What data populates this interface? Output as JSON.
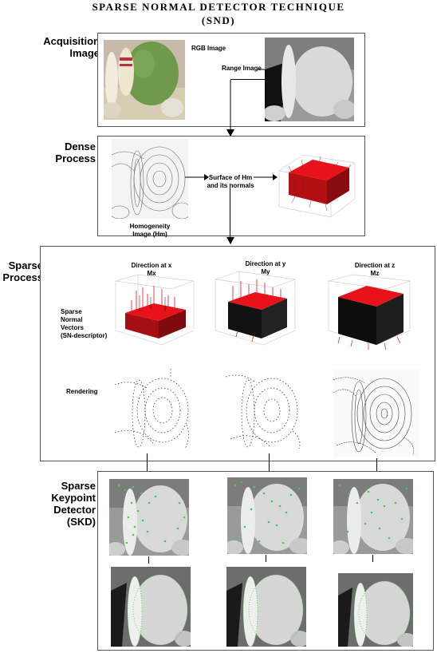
{
  "title": {
    "line1": "SPARSE NORMAL DETECTOR TECHNIQUE",
    "line2": "(SND)"
  },
  "acquisition": {
    "section_line1": "Acquisition",
    "section_line2": "Image",
    "rgb_label": "RGB Image",
    "range_label": "Range Image"
  },
  "dense": {
    "section_line1": "Dense",
    "section_line2": "Process",
    "homogeneity_line1": "Homogeneity",
    "homogeneity_line2": "Image (Hm)",
    "surface_line1": "Surface of Hm",
    "surface_line2": "and its normals"
  },
  "sparse": {
    "section_line1": "Sparse",
    "section_line2": "Process",
    "dir_x_line1": "Direction at x",
    "dir_x_line2": "Mx",
    "dir_y_line1": "Direction at y",
    "dir_y_line2": "My",
    "dir_z_line1": "Direction at z",
    "dir_z_line2": "Mz",
    "vectors_line1": "Sparse",
    "vectors_line2": "Normal",
    "vectors_line3": "Vectors",
    "vectors_line4": "(SN-descriptor)",
    "rendering_label": "Rendering"
  },
  "skd": {
    "section_line1": "Sparse",
    "section_line2": "Keypoint",
    "section_line3": "Detector",
    "section_line4": "(SKD)"
  },
  "colors": {
    "normals_red": "#e8131a",
    "keypoint_green": "#3fd13f",
    "rgb_ball": "#6f9a4c"
  }
}
